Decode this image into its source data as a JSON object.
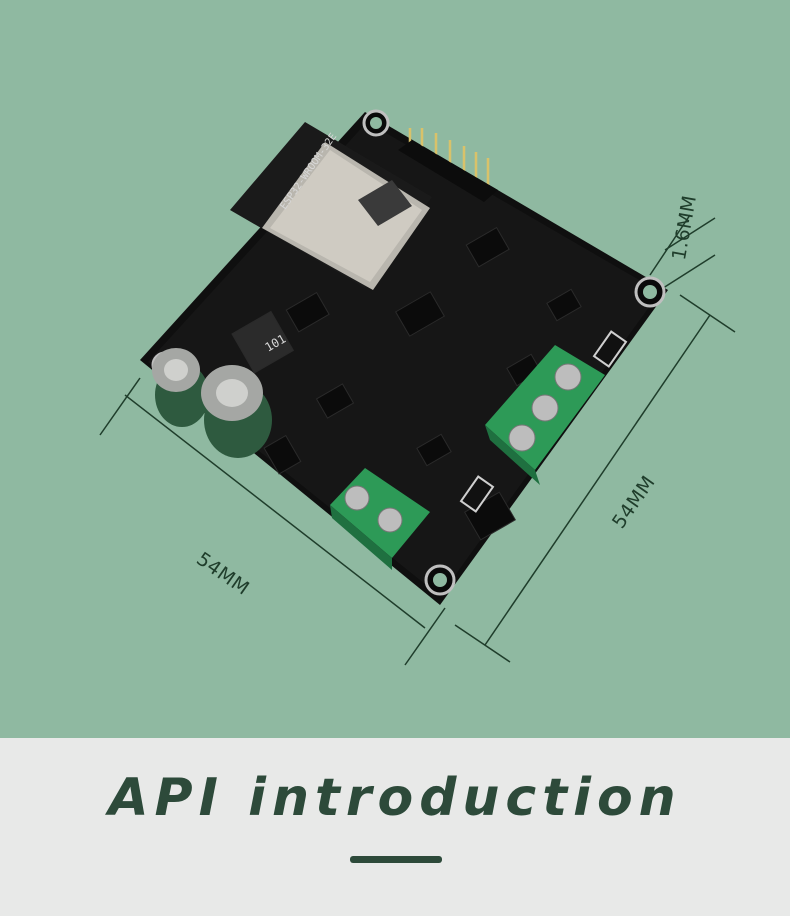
{
  "dimensions": {
    "width_label": "54MM",
    "height_label": "54MM",
    "thickness_label": "1.6MM"
  },
  "module": {
    "name": "ESP32-WROOM-32E"
  },
  "footer": {
    "title": "API introduction"
  },
  "colors": {
    "background_photo": "#8fb9a1",
    "footer_background": "#e8e9e8",
    "title_color": "#2d4a3a",
    "pcb": "#141414",
    "terminal": "#2d9a57"
  }
}
